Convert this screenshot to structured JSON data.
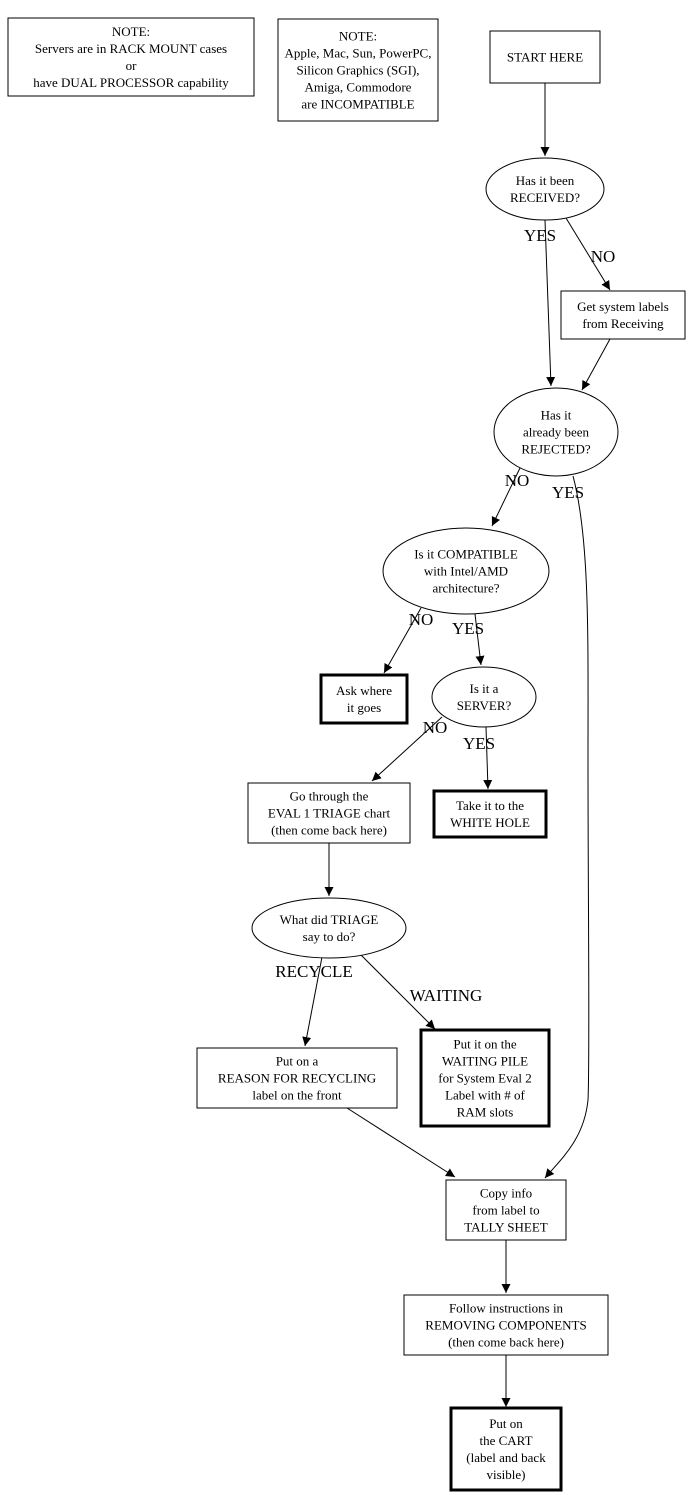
{
  "nodes": [
    {
      "id": "note-servers",
      "shape": "box",
      "bold": false,
      "lines": [
        "NOTE:",
        "Servers are in RACK MOUNT cases",
        "or",
        "have DUAL PROCESSOR capability"
      ]
    },
    {
      "id": "note-incompatible",
      "shape": "box",
      "bold": false,
      "lines": [
        "NOTE:",
        "Apple, Mac, Sun, PowerPC,",
        "Silicon Graphics (SGI),",
        "Amiga, Commodore",
        "are INCOMPATIBLE"
      ]
    },
    {
      "id": "start",
      "shape": "box",
      "bold": false,
      "lines": [
        "START HERE"
      ]
    },
    {
      "id": "received",
      "shape": "ellipse",
      "bold": false,
      "lines": [
        "Has it been",
        "RECEIVED?"
      ]
    },
    {
      "id": "get-labels",
      "shape": "box",
      "bold": false,
      "lines": [
        "Get system labels",
        "from Receiving"
      ]
    },
    {
      "id": "rejected",
      "shape": "ellipse",
      "bold": false,
      "lines": [
        "Has it",
        "already been",
        "REJECTED?"
      ]
    },
    {
      "id": "compatible",
      "shape": "ellipse",
      "bold": false,
      "lines": [
        "Is it COMPATIBLE",
        "with Intel/AMD",
        "architecture?"
      ]
    },
    {
      "id": "ask",
      "shape": "box",
      "bold": true,
      "lines": [
        "Ask where",
        "it goes"
      ]
    },
    {
      "id": "server",
      "shape": "ellipse",
      "bold": false,
      "lines": [
        "Is it a",
        "SERVER?"
      ]
    },
    {
      "id": "eval1",
      "shape": "box",
      "bold": false,
      "lines": [
        "Go through the",
        "EVAL 1 TRIAGE chart",
        "(then come back here)"
      ]
    },
    {
      "id": "white-hole",
      "shape": "box",
      "bold": true,
      "lines": [
        "Take it to the",
        "WHITE HOLE"
      ]
    },
    {
      "id": "triage",
      "shape": "ellipse",
      "bold": false,
      "lines": [
        "What did TRIAGE",
        "say to do?"
      ]
    },
    {
      "id": "recycle-label",
      "shape": "box",
      "bold": false,
      "lines": [
        "Put on a",
        "REASON FOR RECYCLING",
        "label on the front"
      ]
    },
    {
      "id": "waiting-pile",
      "shape": "box",
      "bold": true,
      "lines": [
        "Put it on the",
        "WAITING PILE",
        "for System Eval 2",
        "Label with # of",
        "RAM slots"
      ]
    },
    {
      "id": "tally",
      "shape": "box",
      "bold": false,
      "lines": [
        "Copy info",
        "from label to",
        "TALLY SHEET"
      ]
    },
    {
      "id": "removing",
      "shape": "box",
      "bold": false,
      "lines": [
        "Follow instructions in",
        "REMOVING COMPONENTS",
        "(then come back here)"
      ]
    },
    {
      "id": "cart",
      "shape": "box",
      "bold": true,
      "lines": [
        "Put on",
        "the CART",
        "(label and back",
        "visible)"
      ]
    }
  ],
  "edges": [
    {
      "from": "start",
      "to": "received",
      "label": ""
    },
    {
      "from": "received",
      "to": "rejected",
      "label": "YES"
    },
    {
      "from": "received",
      "to": "get-labels",
      "label": "NO"
    },
    {
      "from": "get-labels",
      "to": "rejected",
      "label": ""
    },
    {
      "from": "rejected",
      "to": "compatible",
      "label": "NO"
    },
    {
      "from": "rejected",
      "to": "tally",
      "label": "YES"
    },
    {
      "from": "compatible",
      "to": "ask",
      "label": "NO"
    },
    {
      "from": "compatible",
      "to": "server",
      "label": "YES"
    },
    {
      "from": "server",
      "to": "eval1",
      "label": "NO"
    },
    {
      "from": "server",
      "to": "white-hole",
      "label": "YES"
    },
    {
      "from": "eval1",
      "to": "triage",
      "label": ""
    },
    {
      "from": "triage",
      "to": "recycle-label",
      "label": "RECYCLE"
    },
    {
      "from": "triage",
      "to": "waiting-pile",
      "label": "WAITING"
    },
    {
      "from": "recycle-label",
      "to": "tally",
      "label": ""
    },
    {
      "from": "tally",
      "to": "removing",
      "label": ""
    },
    {
      "from": "removing",
      "to": "cart",
      "label": ""
    }
  ]
}
